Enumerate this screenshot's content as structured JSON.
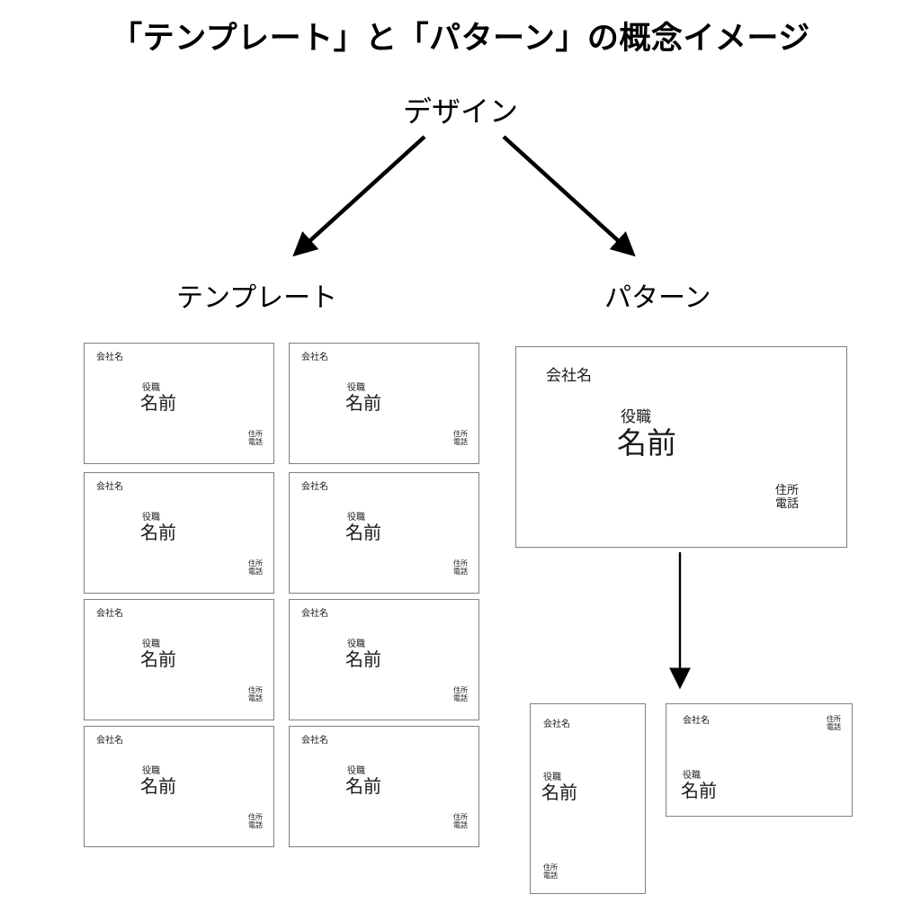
{
  "title": "「テンプレート」と「パターン」の概念イメージ",
  "root": {
    "label": "デザイン"
  },
  "branches": {
    "left": {
      "label": "テンプレート"
    },
    "right": {
      "label": "パターン"
    }
  },
  "card_fields": {
    "company": "会社名",
    "role": "役職",
    "name": "名前",
    "address": "住所",
    "phone": "電話"
  },
  "template_grid": {
    "rows": 4,
    "columns": 2,
    "count": 8,
    "cards": [
      {
        "company": "会社名",
        "role": "役職",
        "name": "名前",
        "address": "住所",
        "phone": "電話"
      },
      {
        "company": "会社名",
        "role": "役職",
        "name": "名前",
        "address": "住所",
        "phone": "電話"
      },
      {
        "company": "会社名",
        "role": "役職",
        "name": "名前",
        "address": "住所",
        "phone": "電話"
      },
      {
        "company": "会社名",
        "role": "役職",
        "name": "名前",
        "address": "住所",
        "phone": "電話"
      },
      {
        "company": "会社名",
        "role": "役職",
        "name": "名前",
        "address": "住所",
        "phone": "電話"
      },
      {
        "company": "会社名",
        "role": "役職",
        "name": "名前",
        "address": "住所",
        "phone": "電話"
      },
      {
        "company": "会社名",
        "role": "役職",
        "name": "名前",
        "address": "住所",
        "phone": "電話"
      },
      {
        "company": "会社名",
        "role": "役職",
        "name": "名前",
        "address": "住所",
        "phone": "電話"
      }
    ]
  },
  "pattern_card": {
    "company": "会社名",
    "role": "役職",
    "name": "名前",
    "address": "住所",
    "phone": "電話"
  },
  "pattern_variants": [
    {
      "company": "会社名",
      "role": "役職",
      "name": "名前",
      "address": "住所",
      "phone": "電話"
    },
    {
      "company": "会社名",
      "role": "役職",
      "name": "名前",
      "address": "住所",
      "phone": "電話"
    }
  ],
  "colors": {
    "background": "#ffffff",
    "text": "#000000",
    "card_text": "#1a1a1a",
    "card_border": "#808080",
    "arrow": "#000000"
  }
}
